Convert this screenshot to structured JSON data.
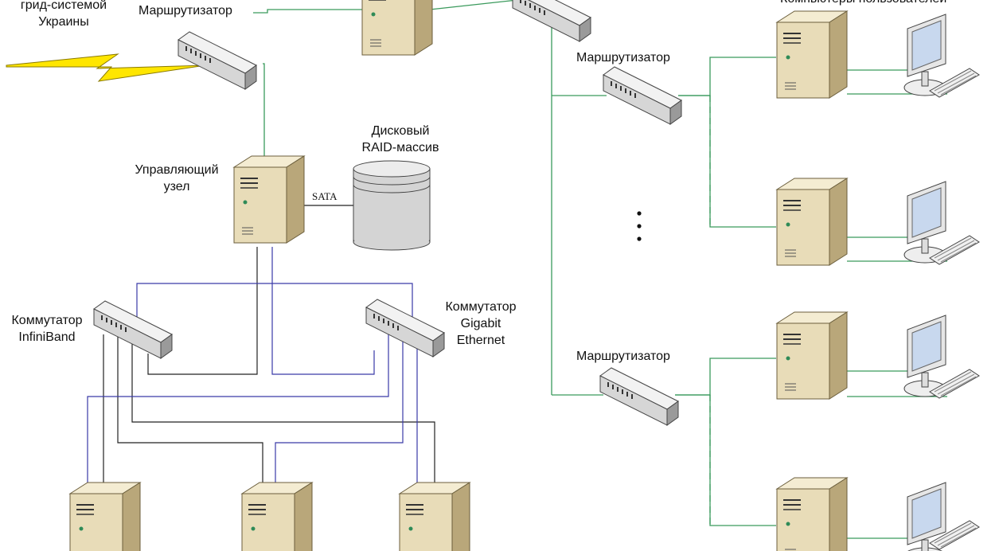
{
  "labels": {
    "grid_line1": "грид-системой",
    "grid_line2": "Украины",
    "router_top": "Маршрутизатор",
    "router_mid": "Маршрутизатор",
    "router_bottom": "Маршрутизатор",
    "users": "Компьютеры пользователей",
    "control_line1": "Управляющий",
    "control_line2": "узел",
    "raid_line1": "Дисковый",
    "raid_line2": "RAID-массив",
    "sata": "SATA",
    "ib_line1": "Коммутатор",
    "ib_line2": "InfiniBand",
    "ge_line1": "Коммутатор",
    "ge_line2": "Gigabit",
    "ge_line3": "Ethernet"
  },
  "colors": {
    "line_green": "#3a9a5c",
    "line_blue": "#3a3aa8",
    "line_black": "#222222",
    "tower_face": "#e8dcb8",
    "tower_side": "#b9a77a",
    "tower_top": "#f4ecd2",
    "switch_body": "#dcdcdc",
    "lightning": "#ffe600",
    "raid_body": "#d4d4d4",
    "monitor_screen": "#c8d8ee"
  },
  "icons": [
    "server-tower-icon",
    "router-icon",
    "switch-icon",
    "raid-array-icon",
    "monitor-icon",
    "keyboard-icon",
    "lightning-icon",
    "ellipsis-icon"
  ]
}
